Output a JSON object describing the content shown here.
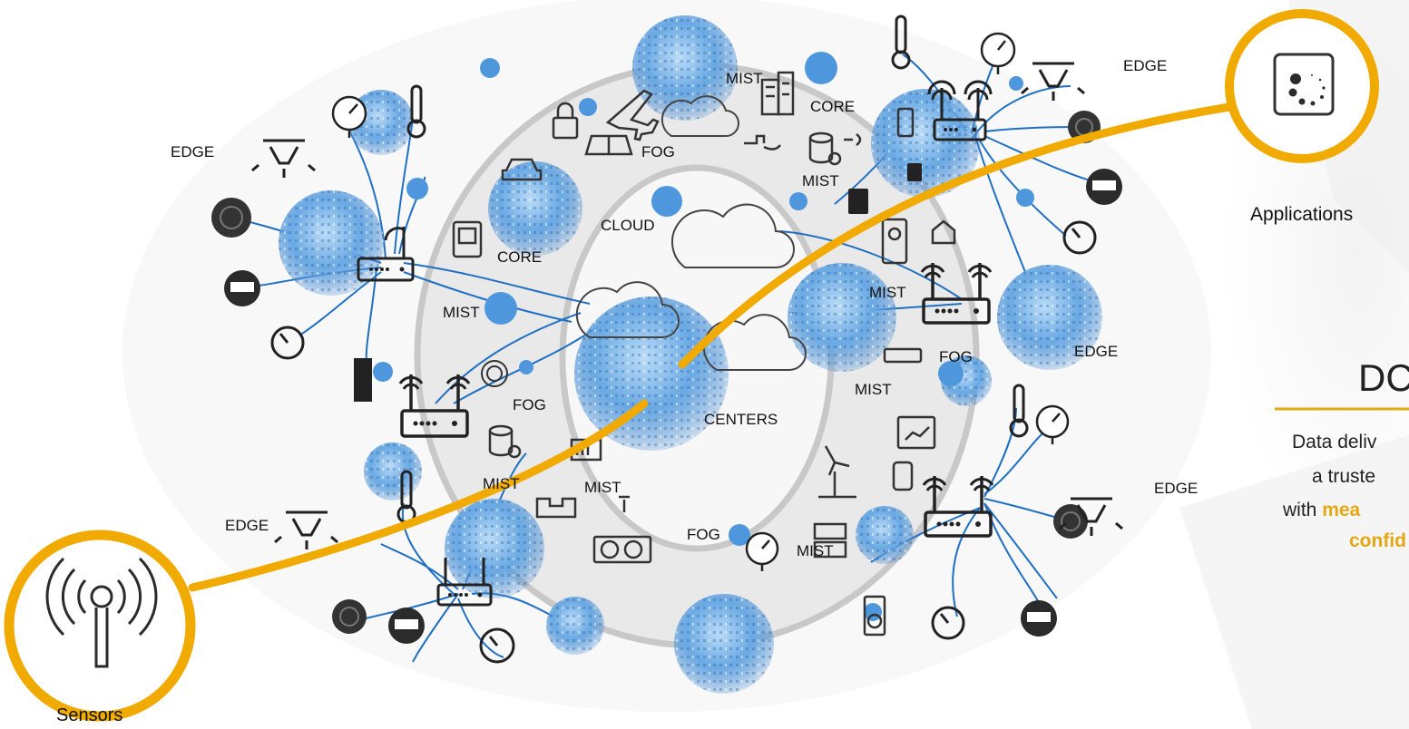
{
  "colors": {
    "accent": "#f0aa00",
    "sphere": "#5aa0e0",
    "link": "#1f6fc4",
    "ring": "#c9c9c9",
    "icon": "#333333"
  },
  "labels": {
    "edge_left": "EDGE",
    "edge_top_right": "EDGE",
    "edge_right_mid": "EDGE",
    "edge_right_low": "EDGE",
    "edge_bottom_left": "EDGE",
    "mist_top": "MIST",
    "mist_core_right": "MIST",
    "mist_left": "MIST",
    "mist_right_router": "MIST",
    "mist_right": "MIST",
    "mist_lower_left": "MIST",
    "mist_lower_center": "MIST",
    "mist_bottom": "MIST",
    "core_top": "CORE",
    "core_left": "CORE",
    "fog_top": "FOG",
    "fog_left": "FOG",
    "fog_right": "FOG",
    "fog_bottom": "FOG",
    "cloud": "CLOUD",
    "centers": "CENTERS"
  },
  "endpoints": {
    "sensors": "Sensors",
    "applications": "Applications"
  },
  "side_text": {
    "heading": "DC",
    "line1": "Data deliv",
    "line2": "a truste",
    "line3_prefix": "with ",
    "line3_highlight": "mea",
    "line4_highlight": "confid"
  },
  "icons": [
    "sensor-antenna-icon",
    "applications-loading-icon",
    "router-icon",
    "cloud-icon",
    "thermometer-icon",
    "pressure-gauge-icon",
    "speed-gauge-icon",
    "smart-meter-icon",
    "speaker-disc-icon",
    "ceiling-light-icon",
    "airplane-icon",
    "padlock-icon",
    "building-icon",
    "database-gear-icon",
    "wind-turbine-icon",
    "tablet-icon",
    "home-icon"
  ]
}
